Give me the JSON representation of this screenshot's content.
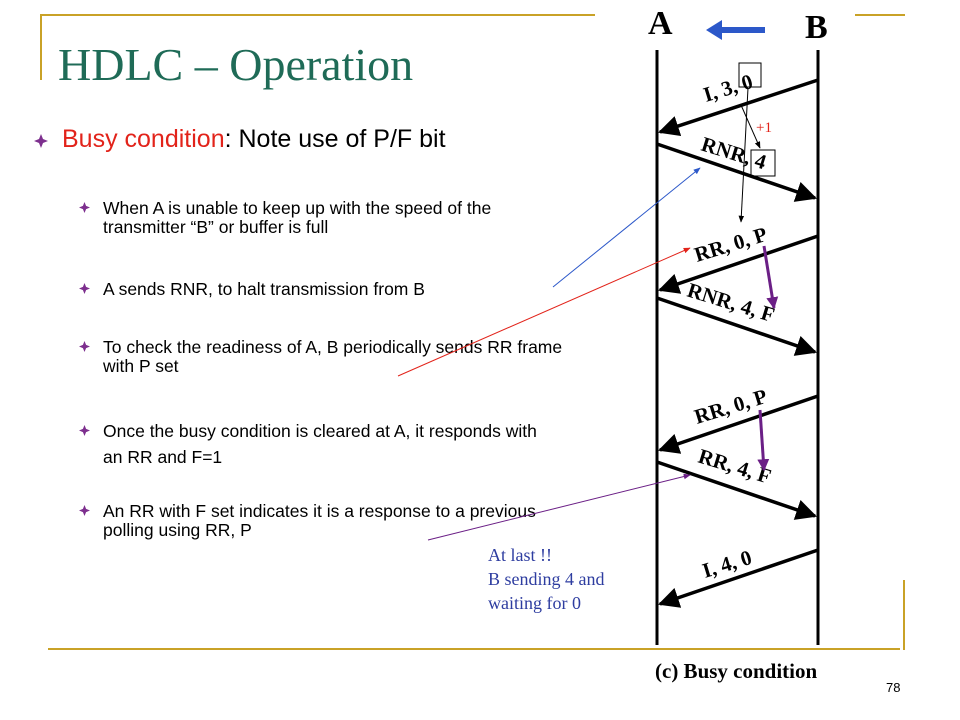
{
  "slide": {
    "title": "HDLC – Operation",
    "heading_red": "Busy condition",
    "heading_rest": ": Note use of P/F bit",
    "bullets": [
      "When A is unable to keep up with the speed of the transmitter “B” or buffer is full",
      "A sends RNR, to halt transmission from B",
      "To check the readiness of A, B periodically sends RR frame with P set",
      "Once the busy condition is cleared at A, it responds with an RR and F=1",
      "An RR with F set indicates it is a response to a previous polling using RR, P"
    ],
    "note_lines": [
      "At last !!",
      "B sending 4 and",
      "waiting for 0"
    ],
    "page_number": "78"
  },
  "diagram": {
    "label_a": "A",
    "label_b": "B",
    "frames": [
      {
        "parts": [
          "I, 3, ",
          "0"
        ],
        "boxed": "0"
      },
      {
        "parts": [
          "RNR, ",
          "4"
        ],
        "boxed": "4"
      },
      {
        "parts": [
          "RR, 0, P"
        ]
      },
      {
        "parts": [
          "RNR, 4, F"
        ]
      },
      {
        "parts": [
          "RR, 0, P"
        ]
      },
      {
        "parts": [
          "RR, 4, F"
        ]
      },
      {
        "parts": [
          "I, 4, 0"
        ]
      }
    ],
    "plus_one": "+1",
    "caption": "(c) Busy condition"
  },
  "colors": {
    "title": "#1f6b57",
    "accent_red": "#e2231a",
    "note_blue": "#2e3da0",
    "frame_gold": "#c9a227",
    "bullet_diamond": "#7d2f8e",
    "arrow_blue": "#2c58c9",
    "pointer_purple": "#6b1f86"
  }
}
